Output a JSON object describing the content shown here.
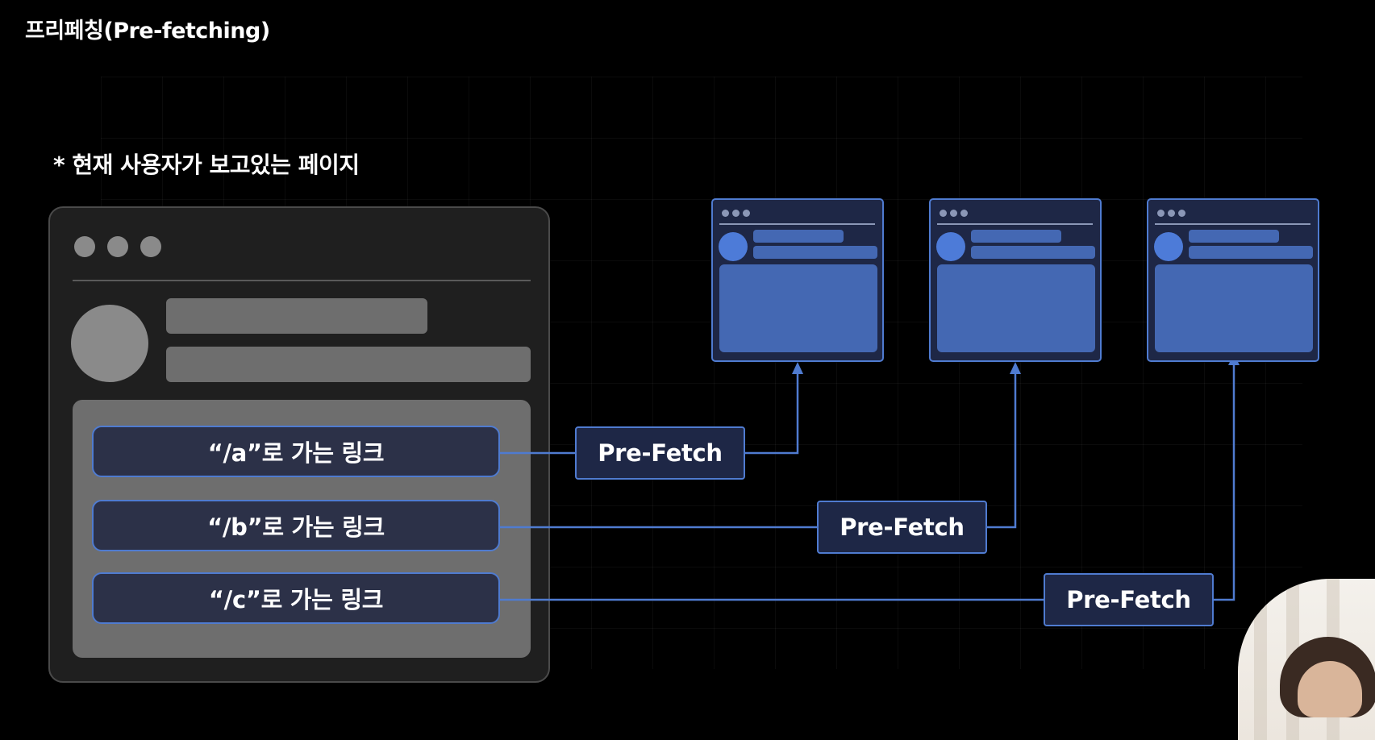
{
  "header": {
    "title": "프리페칭(Pre-fetching)"
  },
  "current_page": {
    "caption": "* 현재 사용자가 보고있는 페이지",
    "links": [
      {
        "label": "“/a”로 가는 링크"
      },
      {
        "label": "“/b”로 가는 링크"
      },
      {
        "label": "“/c”로 가는 링크"
      }
    ]
  },
  "prefetch": {
    "boxes": [
      {
        "label": "Pre-Fetch"
      },
      {
        "label": "Pre-Fetch"
      },
      {
        "label": "Pre-Fetch"
      }
    ]
  },
  "colors": {
    "accent": "#4f7bd0",
    "mock_gray": "#6e6e6e",
    "target_fill": "#1e2746"
  }
}
